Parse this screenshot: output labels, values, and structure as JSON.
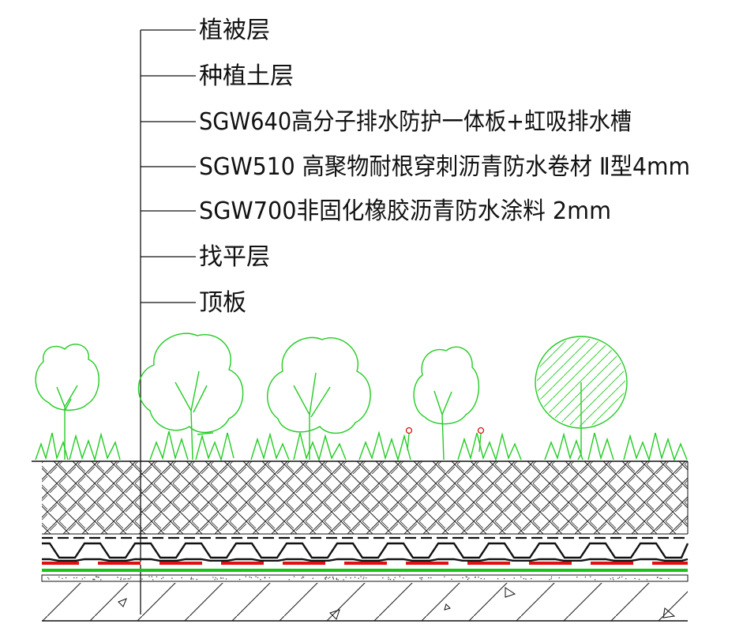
{
  "layers": [
    {
      "id": "vegetation",
      "label": "植被层"
    },
    {
      "id": "planting-soil",
      "label": "种植土层"
    },
    {
      "id": "drainage-board",
      "label": "SGW640高分子排水防护一体板+虹吸排水槽"
    },
    {
      "id": "root-resistant-membrane",
      "label": "SGW510 高聚物耐根穿刺沥青防水卷材 Ⅱ型4mm"
    },
    {
      "id": "rubber-asphalt-coating",
      "label": "SGW700非固化橡胶沥青防水涂料 2mm"
    },
    {
      "id": "leveling-layer",
      "label": "找平层"
    },
    {
      "id": "roof-slab",
      "label": "顶板"
    }
  ],
  "colors": {
    "line": "#111111",
    "vegetation": "#22cc22",
    "membrane_red": "#e01010",
    "coating_green": "#19c319",
    "flower": "#e01010"
  }
}
